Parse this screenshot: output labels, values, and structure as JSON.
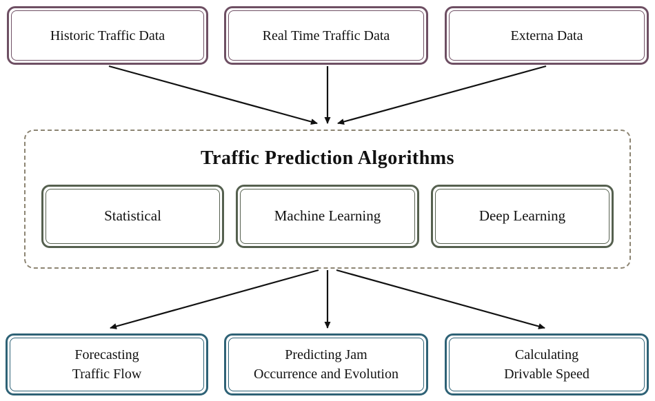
{
  "diagram": {
    "inputs": [
      {
        "label": "Historic Traffic Data"
      },
      {
        "label": "Real Time Traffic Data"
      },
      {
        "label": "Externa Data"
      }
    ],
    "core": {
      "title": "Traffic Prediction Algorithms",
      "methods": [
        {
          "label": "Statistical"
        },
        {
          "label": "Machine Learning"
        },
        {
          "label": "Deep Learning"
        }
      ]
    },
    "outputs": [
      {
        "lines": [
          "Forecasting",
          "Traffic Flow"
        ]
      },
      {
        "lines": [
          "Predicting Jam",
          "Occurrence and Evolution"
        ]
      },
      {
        "lines": [
          "Calculating",
          "Drivable Speed"
        ]
      }
    ],
    "colors": {
      "input_border": "#6e4f63",
      "method_border": "#55604f",
      "output_border": "#2e6276",
      "dashed_container_border": "#8c8472",
      "arrow": "#111111"
    }
  }
}
